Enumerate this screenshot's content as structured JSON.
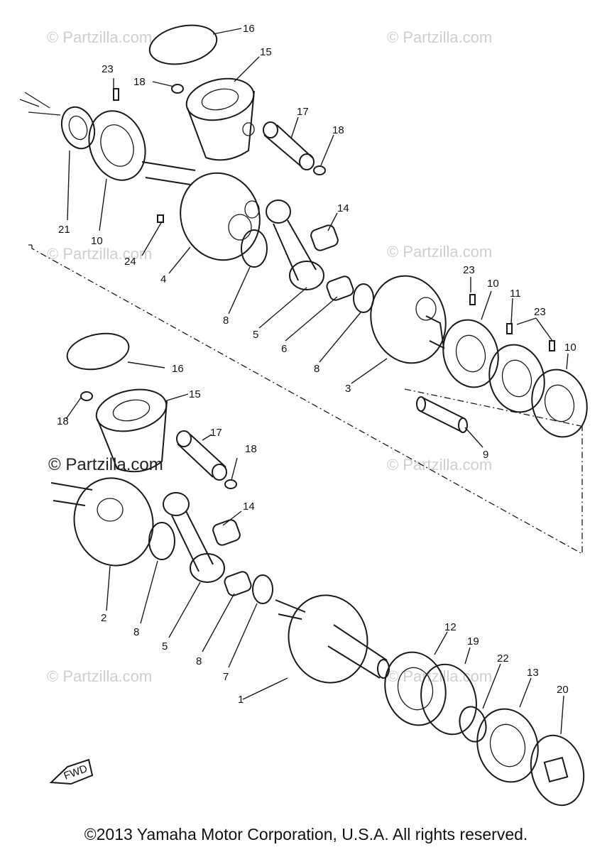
{
  "watermarks": [
    "© Partzilla.com",
    "© Partzilla.com",
    "© Partzilla.com",
    "© Partzilla.com",
    "© Partzilla.com",
    "© Partzilla.com",
    "© Partzilla.com",
    "© Partzilla.com"
  ],
  "callouts": [
    "16",
    "15",
    "23",
    "18",
    "17",
    "18",
    "14",
    "21",
    "10",
    "24",
    "4",
    "8",
    "5",
    "6",
    "8",
    "3",
    "23",
    "10",
    "11",
    "23",
    "10",
    "9",
    "16",
    "15",
    "18",
    "17",
    "18",
    "14",
    "2",
    "8",
    "5",
    "8",
    "7",
    "1",
    "12",
    "19",
    "22",
    "13",
    "20"
  ],
  "fwd_label": "FWD",
  "copyright": "©2013 Yamaha Motor Corporation, U.S.A. All rights reserved."
}
